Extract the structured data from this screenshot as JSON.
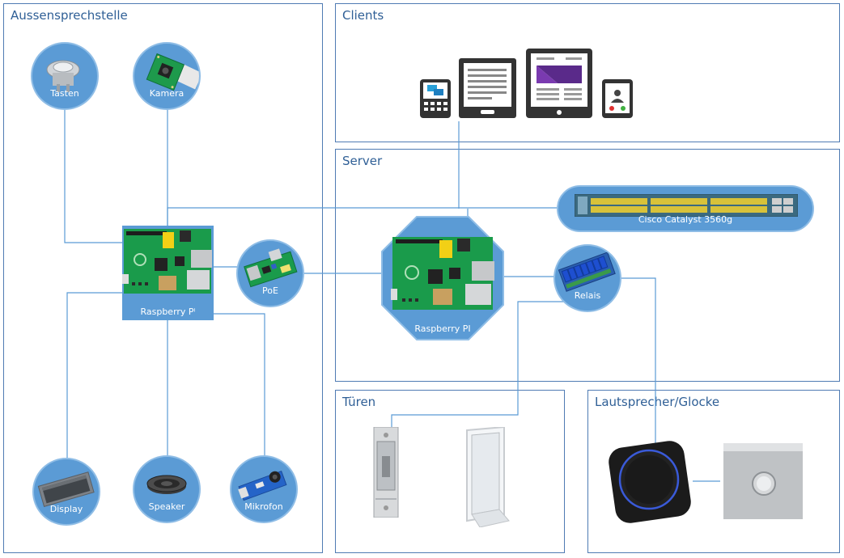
{
  "groups": {
    "aussen": "Aussensprechstelle",
    "clients": "Clients",
    "server": "Server",
    "tueren": "Türen",
    "laut": "Lautsprecher/Glocke"
  },
  "nodes": {
    "tasten": "Tasten",
    "kamera": "Kamera",
    "rpi_outdoor": "Raspberry Pⁱ",
    "poe": "PoE",
    "display": "Display",
    "speaker": "Speaker",
    "mikrofon": "Mikrofon",
    "rpi_server": "Raspberry PI",
    "relais": "Relais",
    "switch": "Cisco Catalyst 3560g"
  },
  "colors": {
    "accent": "#5b9bd5",
    "border": "#4f7bb3",
    "title": "#2f5f96",
    "pcb": "#1a9b4b"
  }
}
